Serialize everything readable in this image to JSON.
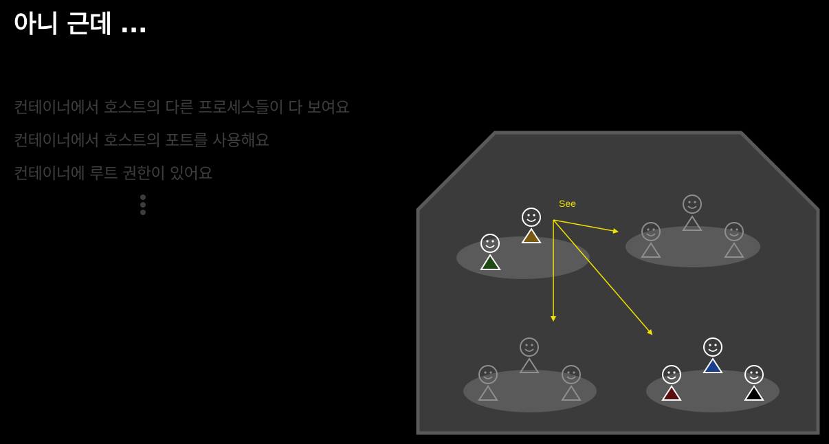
{
  "slide": {
    "title": "아니 근데 ...",
    "bullets": [
      "컨테이너에서 호스트의 다른 프로세스들이 다 보여요",
      "컨테이너에서 호스트의 포트를 사용해요",
      "컨테이너에 루트 권한이 있어요"
    ]
  },
  "diagram": {
    "arrow_label": "See",
    "colors": {
      "box_fill": "#3b3b3b",
      "box_stroke": "#5a5a5a",
      "group_fill": "#5a5a5a",
      "arrow": "#f2e200",
      "active_person": "#ffffff",
      "dim_person": "#8f8f8f"
    }
  }
}
